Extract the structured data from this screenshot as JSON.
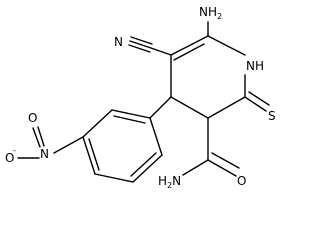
{
  "molecule": {
    "labels": {
      "amino": "NH",
      "amino_sub": "2",
      "ring_nh": "NH",
      "nitrile_n": "N",
      "thione_s": "S",
      "amide_o": "O",
      "amide_n": "H",
      "amide_n_sub": "2",
      "amide_n_tail": "N",
      "nitro_n": "N",
      "nitro_o_up": "O",
      "nitro_o_left": "O",
      "nitro_o_charge": "-"
    }
  }
}
